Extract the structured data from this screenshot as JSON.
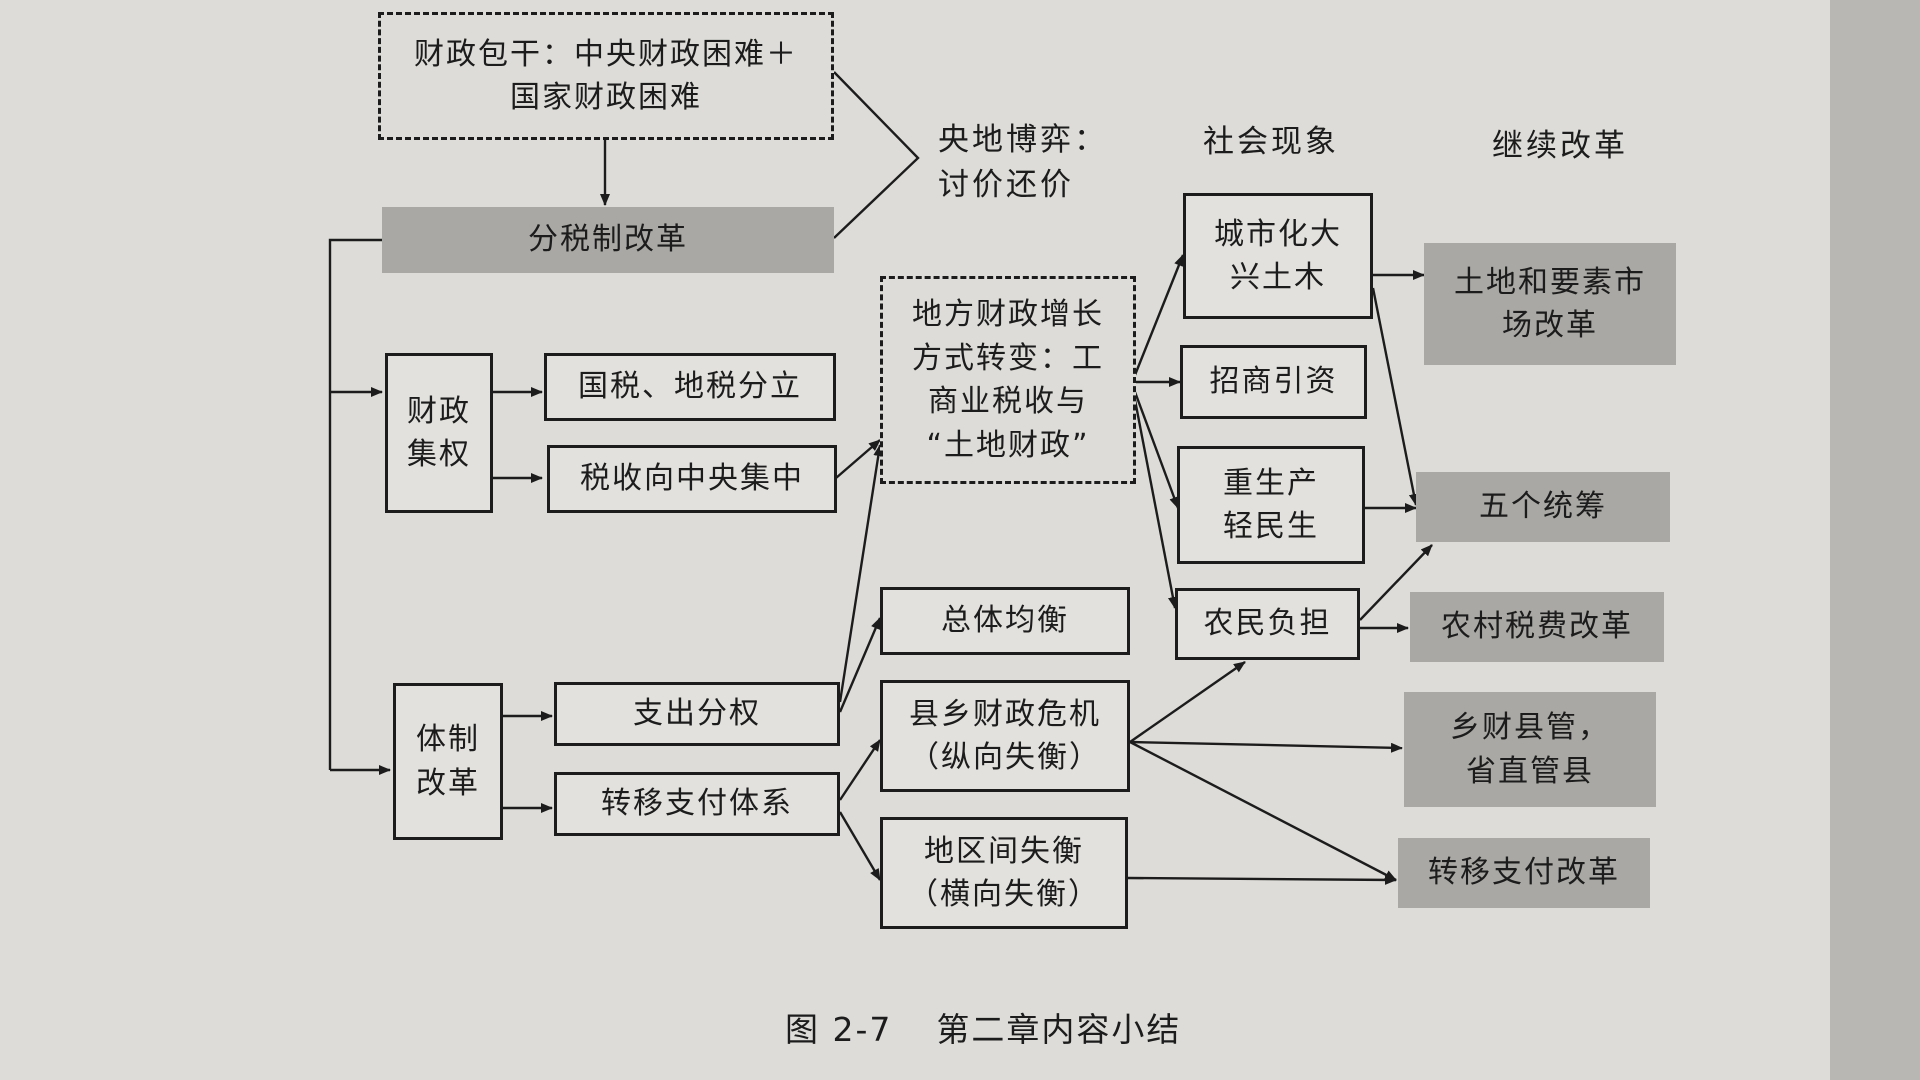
{
  "boxes": {
    "fiscal_contract": [
      "财政包干：中央财政困难＋",
      "国家财政困难"
    ],
    "tax_sharing_reform": [
      "分税制改革"
    ],
    "fiscal_centralization": [
      "财政",
      "集权"
    ],
    "national_local_tax_split": [
      "国税、地税分立"
    ],
    "tax_to_central": [
      "税收向中央集中"
    ],
    "system_reform": [
      "体制",
      "改革"
    ],
    "expenditure_decentralization": [
      "支出分权"
    ],
    "transfer_payment_system": [
      "转移支付体系"
    ],
    "local_fiscal_growth": [
      "地方财政增长",
      "方式转变：工",
      "商业税收与",
      "“土地财政”"
    ],
    "overall_balance": [
      "总体均衡"
    ],
    "county_township_crisis": [
      "县乡财政危机",
      "（纵向失衡）"
    ],
    "regional_imbalance": [
      "地区间失衡",
      "（横向失衡）"
    ],
    "urbanization": [
      "城市化大",
      "兴土木"
    ],
    "attract_investment": [
      "招商引资"
    ],
    "production_over_livelihood": [
      "重生产",
      "轻民生"
    ],
    "farmer_burden": [
      "农民负担"
    ],
    "land_factor_market_reform": [
      "土地和要素市",
      "场改革"
    ],
    "five_coordinations": [
      "五个统筹"
    ],
    "rural_tax_reform": [
      "农村税费改革"
    ],
    "county_management": [
      "乡财县管，",
      "省直管县"
    ],
    "transfer_payment_reform": [
      "转移支付改革"
    ]
  },
  "labels": {
    "central_local_game": [
      "央地博弈：",
      "讨价还价"
    ],
    "social_phenomena": "社会现象",
    "continued_reform": "继续改革"
  },
  "caption": {
    "figure_number": "图 2-7",
    "title": "第二章内容小结"
  }
}
